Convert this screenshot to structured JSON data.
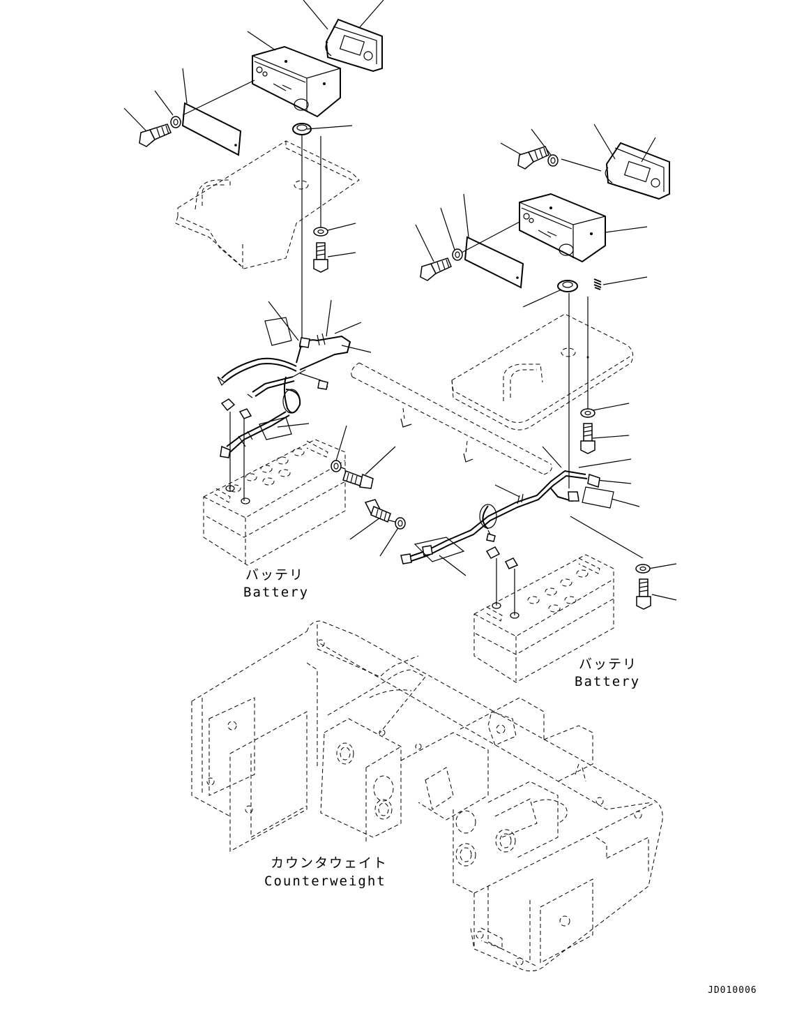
{
  "labels": {
    "battery_left_jp": "バッテリ",
    "battery_left_en": "Battery",
    "battery_right_jp": "バッテリ",
    "battery_right_en": "Battery",
    "counterweight_jp": "カウンタウェイト",
    "counterweight_en": "Counterweight",
    "drawing_code": "JD010006"
  },
  "icons": [
    "bolt-icon",
    "washer-icon",
    "grommet-icon",
    "lamp-icon",
    "bracket-icon",
    "plate-icon",
    "battery-icon",
    "harness-icon",
    "counterweight-icon"
  ]
}
